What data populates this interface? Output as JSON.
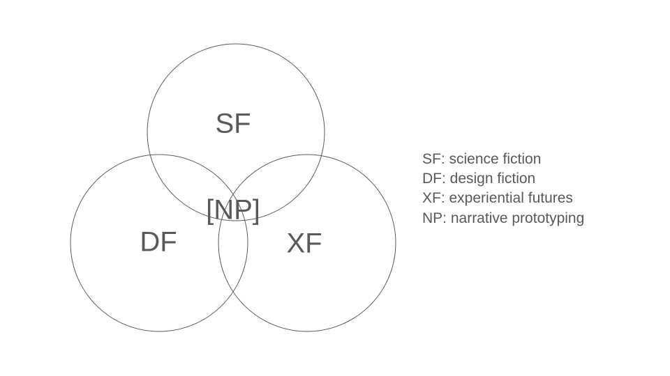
{
  "venn": {
    "sets": [
      {
        "id": "sf",
        "label": "SF"
      },
      {
        "id": "df",
        "label": "DF"
      },
      {
        "id": "xf",
        "label": "XF"
      }
    ],
    "intersection_label": "[NP]"
  },
  "legend": {
    "items": [
      "SF: science fiction",
      "DF: design fiction",
      "XF: experiential futures",
      "NP: narrative prototyping"
    ]
  },
  "colors": {
    "stroke": "#595959",
    "text": "#595959",
    "background": "#ffffff"
  }
}
